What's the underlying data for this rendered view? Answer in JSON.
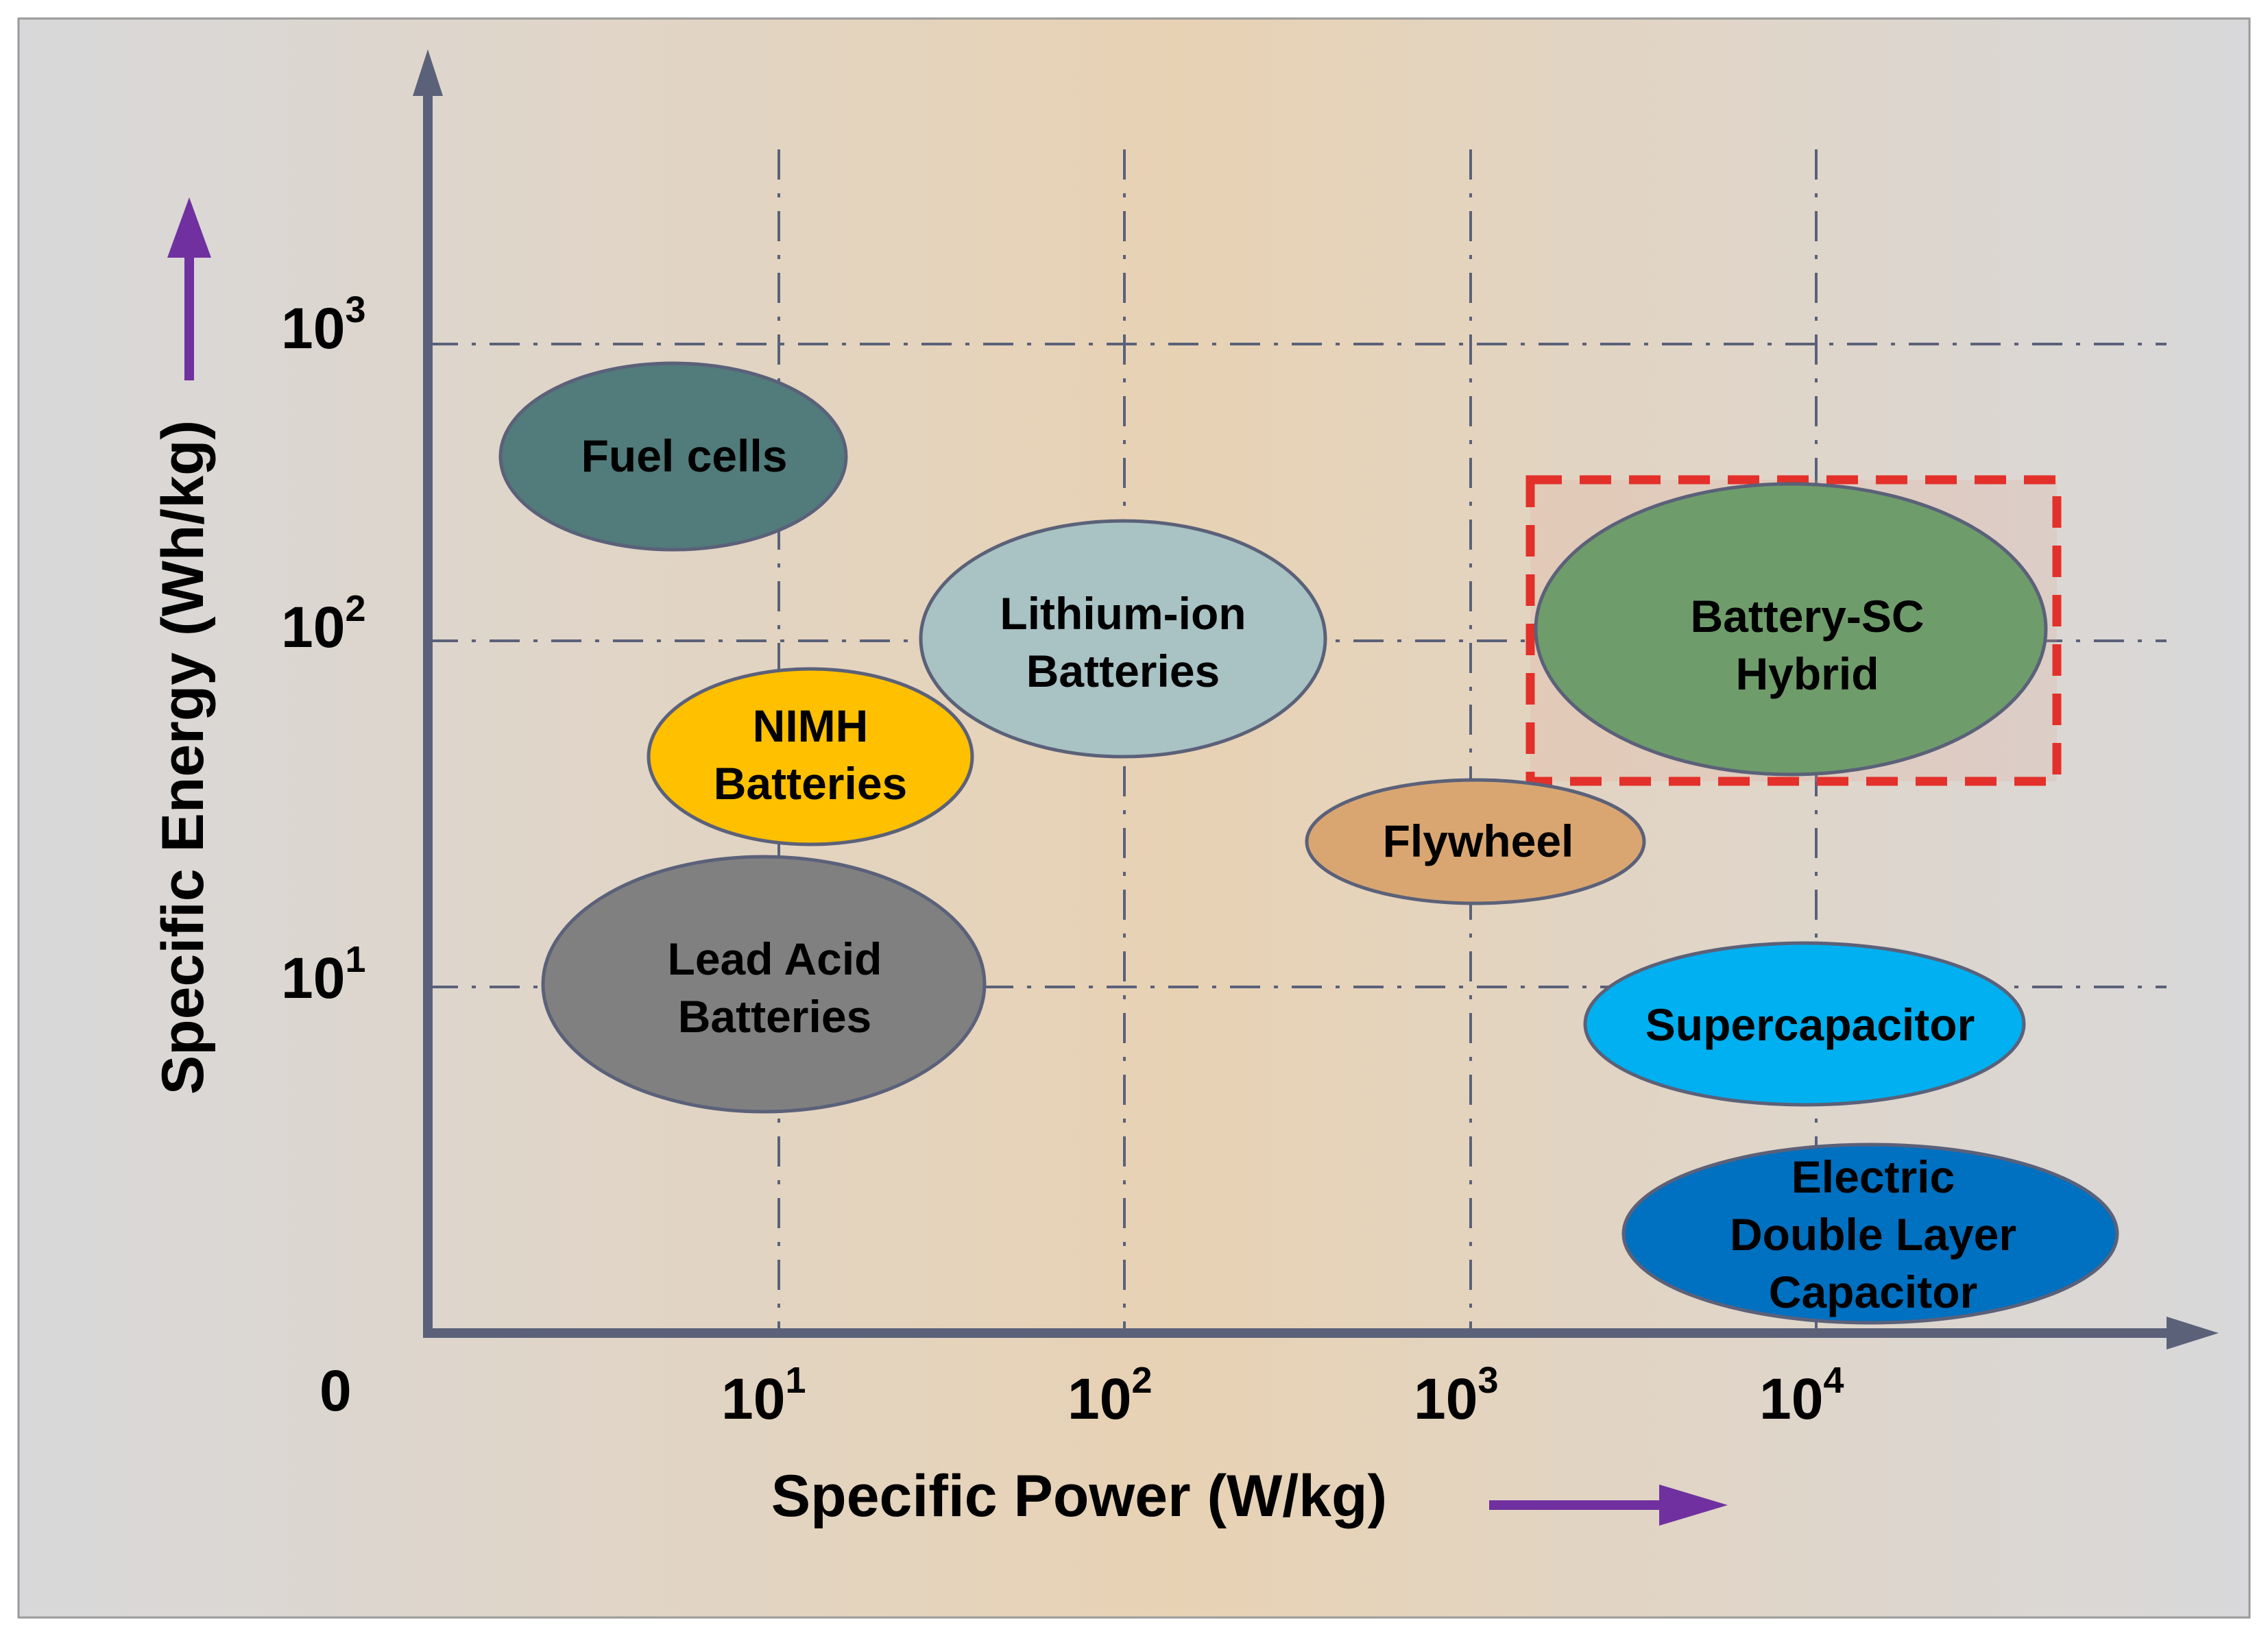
{
  "colors": {
    "background_edge": "#d8d8da",
    "background_center": "#e8d2b4",
    "axis": "#5b6179",
    "grid": "#5b6179",
    "purple_arrow": "#7030a0",
    "highlight": "#e3302a",
    "region_stroke": "#5b6179"
  },
  "origin_label": "0",
  "x_axis": {
    "title": "Specific Power (W/kg)",
    "scale": "log",
    "ticks": [
      {
        "base": "10",
        "exp": "1"
      },
      {
        "base": "10",
        "exp": "2"
      },
      {
        "base": "10",
        "exp": "3"
      },
      {
        "base": "10",
        "exp": "4"
      }
    ]
  },
  "y_axis": {
    "title": "Specific Energy (Wh/kg)",
    "scale": "log",
    "ticks": [
      {
        "base": "10",
        "exp": "1"
      },
      {
        "base": "10",
        "exp": "2"
      },
      {
        "base": "10",
        "exp": "3"
      }
    ]
  },
  "grid": "dash-dot",
  "regions": [
    {
      "id": "fuel-cells",
      "lines": [
        "Fuel cells"
      ],
      "color": "#527b7b"
    },
    {
      "id": "lithium-ion",
      "lines": [
        "Lithium-ion",
        "Batteries"
      ],
      "color": "#a9c2c4"
    },
    {
      "id": "nimh",
      "lines": [
        "NIMH",
        "Batteries"
      ],
      "color": "#ffc000"
    },
    {
      "id": "lead-acid",
      "lines": [
        "Lead Acid",
        "Batteries"
      ],
      "color": "#808080"
    },
    {
      "id": "flywheel",
      "lines": [
        "Flywheel"
      ],
      "color": "#d9a672"
    },
    {
      "id": "battery-sc-hybrid",
      "lines": [
        "Battery-SC",
        "Hybrid"
      ],
      "color": "#6f9c6b",
      "highlighted": true
    },
    {
      "id": "supercapacitor",
      "lines": [
        "Supercapacitor"
      ],
      "color": "#00b0f0"
    },
    {
      "id": "edlc",
      "lines": [
        "Electric",
        "Double Layer",
        "Capacitor"
      ],
      "color": "#0070c0"
    }
  ]
}
